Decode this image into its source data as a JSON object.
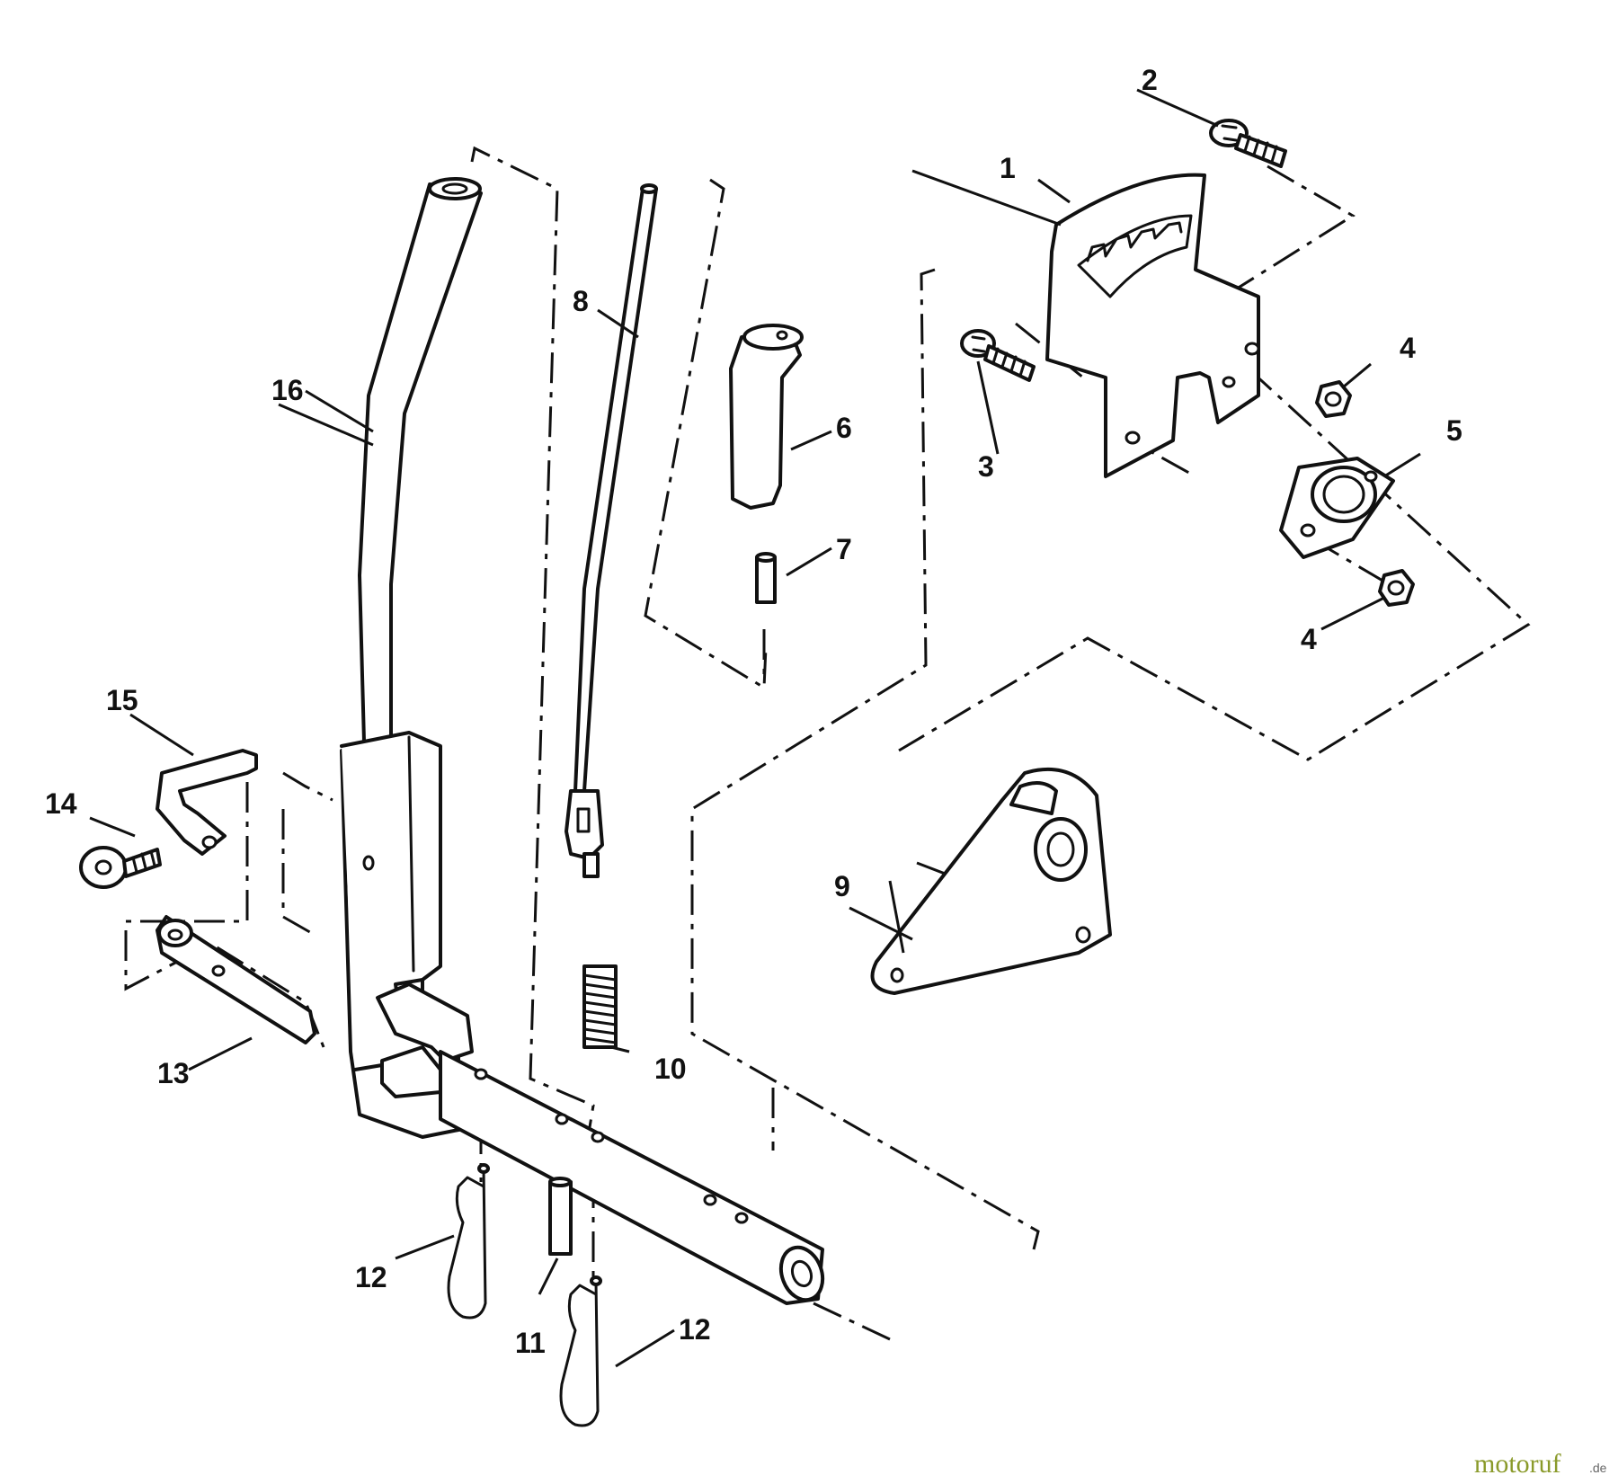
{
  "callouts": {
    "c1": "1",
    "c2": "2",
    "c3": "3",
    "c4a": "4",
    "c4b": "4",
    "c5": "5",
    "c6": "6",
    "c7": "7",
    "c8": "8",
    "c9": "9",
    "c10": "10",
    "c11": "11",
    "c12a": "12",
    "c12b": "12",
    "c13": "13",
    "c14": "14",
    "c15": "15",
    "c16": "16"
  },
  "watermark": {
    "brand": "motoruf",
    "suffix": ".de"
  },
  "colors": {
    "ink": "#111111",
    "paper": "#ffffff",
    "watermark": "#8a9a2a"
  }
}
